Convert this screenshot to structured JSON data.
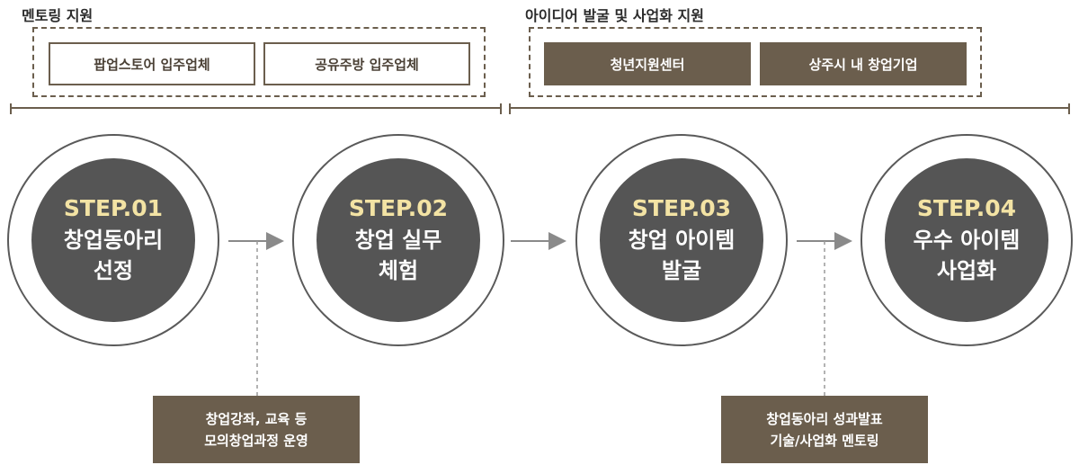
{
  "sections": {
    "mentoring": {
      "title": "멘토링 지원",
      "items": [
        "팝업스토어 입주업체",
        "공유주방 입주업체"
      ]
    },
    "idea": {
      "title": "아이디어 발굴 및 사업화 지원",
      "items": [
        "청년지원센터",
        "상주시 내 창업기업"
      ]
    }
  },
  "steps": [
    {
      "label": "STEP.01",
      "line1": "창업동아리",
      "line2": "선정"
    },
    {
      "label": "STEP.02",
      "line1": "창업 실무",
      "line2": "체험"
    },
    {
      "label": "STEP.03",
      "line1": "창업 아이템",
      "line2": "발굴"
    },
    {
      "label": "STEP.04",
      "line1": "우수 아이템",
      "line2": "사업화"
    }
  ],
  "notes": [
    {
      "line1": "창업강좌, 교육 등",
      "line2": "모의창업과정 운영"
    },
    {
      "line1": "창업동아리 성과발표",
      "line2": "기술/사업화 멘토링"
    }
  ],
  "colors": {
    "accent": "#6b5e4d",
    "circle": "#555555",
    "step_label": "#f3e3a4"
  }
}
